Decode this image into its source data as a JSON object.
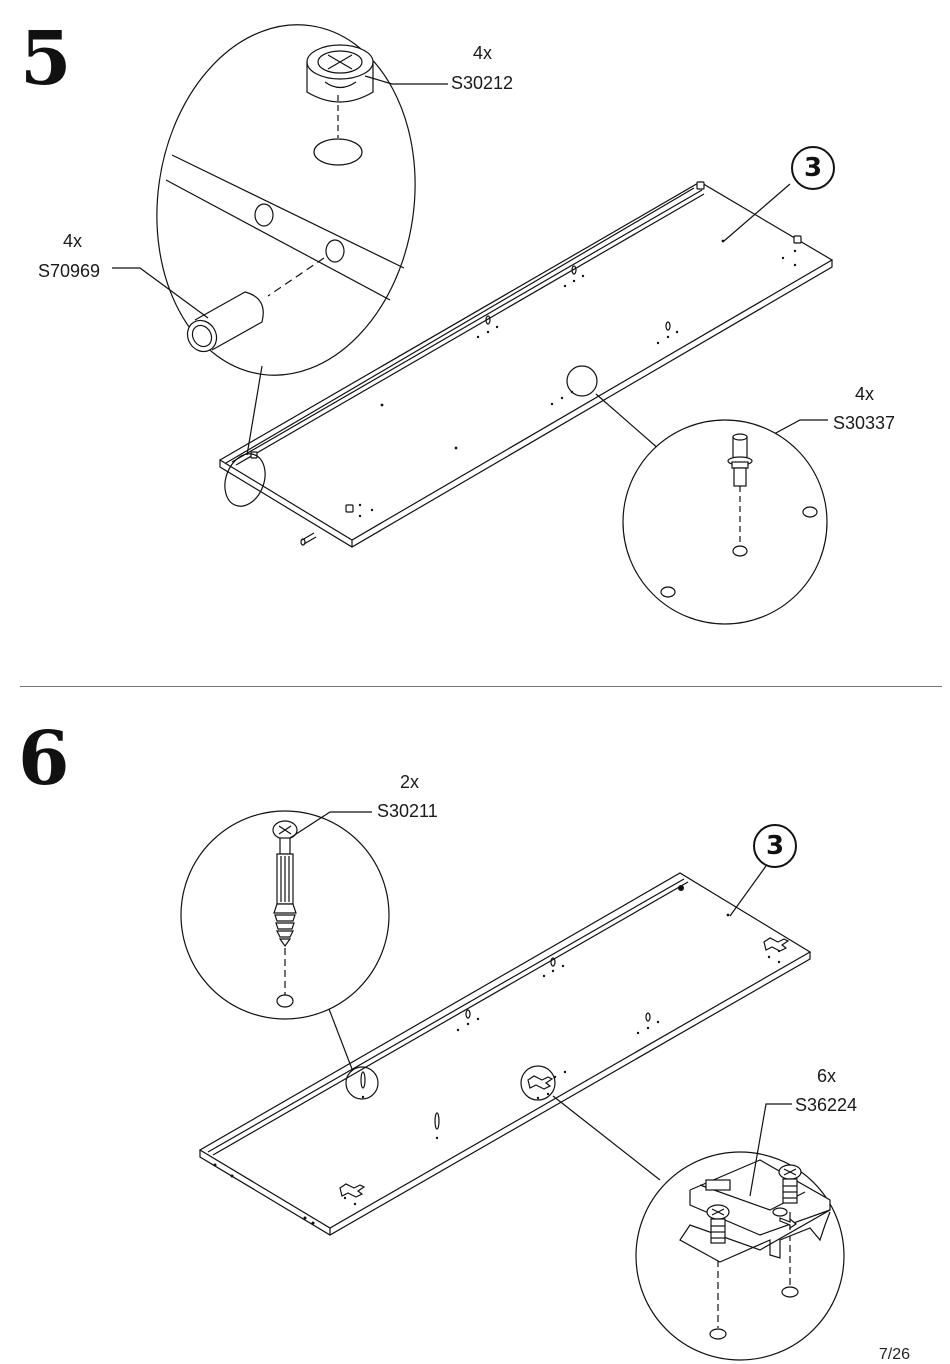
{
  "steps": [
    {
      "number": "5",
      "panel_ref": "3",
      "parts": [
        {
          "qty": "4x",
          "code": "S30212"
        },
        {
          "qty": "4x",
          "code": "S70969"
        },
        {
          "qty": "4x",
          "code": "S30337"
        }
      ]
    },
    {
      "number": "6",
      "panel_ref": "3",
      "parts": [
        {
          "qty": "2x",
          "code": "S30211"
        },
        {
          "qty": "6x",
          "code": "S36224"
        }
      ]
    }
  ],
  "footer": {
    "page": "7/26"
  }
}
